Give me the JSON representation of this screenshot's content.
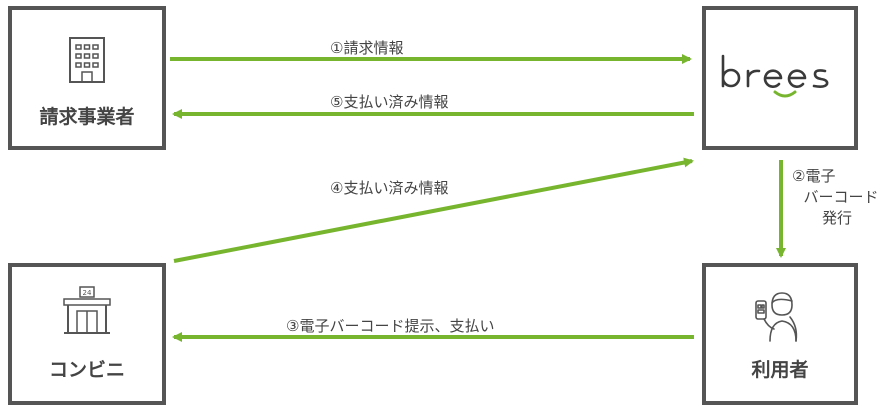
{
  "nodes": {
    "biller": {
      "label": "請求事業者",
      "icon": "building-icon"
    },
    "brees": {
      "logo_text": "brees",
      "icon": "brees-logo"
    },
    "convenience_store": {
      "label": "コンビニ",
      "icon": "convenience-store-icon",
      "sign_number": "24"
    },
    "user": {
      "label": "利用者",
      "icon": "user-with-phone-icon"
    }
  },
  "flows": [
    {
      "step": "①",
      "label": "①請求情報",
      "from": "biller",
      "to": "brees"
    },
    {
      "step": "②",
      "label_lines": [
        "②電子",
        "バーコード",
        "発行"
      ],
      "from": "brees",
      "to": "user"
    },
    {
      "step": "③",
      "label": "③電子バーコード提示、支払い",
      "from": "user",
      "to": "convenience_store"
    },
    {
      "step": "④",
      "label": "④支払い済み情報",
      "from": "convenience_store",
      "to": "brees"
    },
    {
      "step": "⑤",
      "label": "⑤支払い済み情報",
      "from": "brees",
      "to": "biller"
    }
  ],
  "colors": {
    "arrow": "#77b52e",
    "box_border": "#555555",
    "text": "#444444",
    "logo_accent": "#77b52e"
  }
}
